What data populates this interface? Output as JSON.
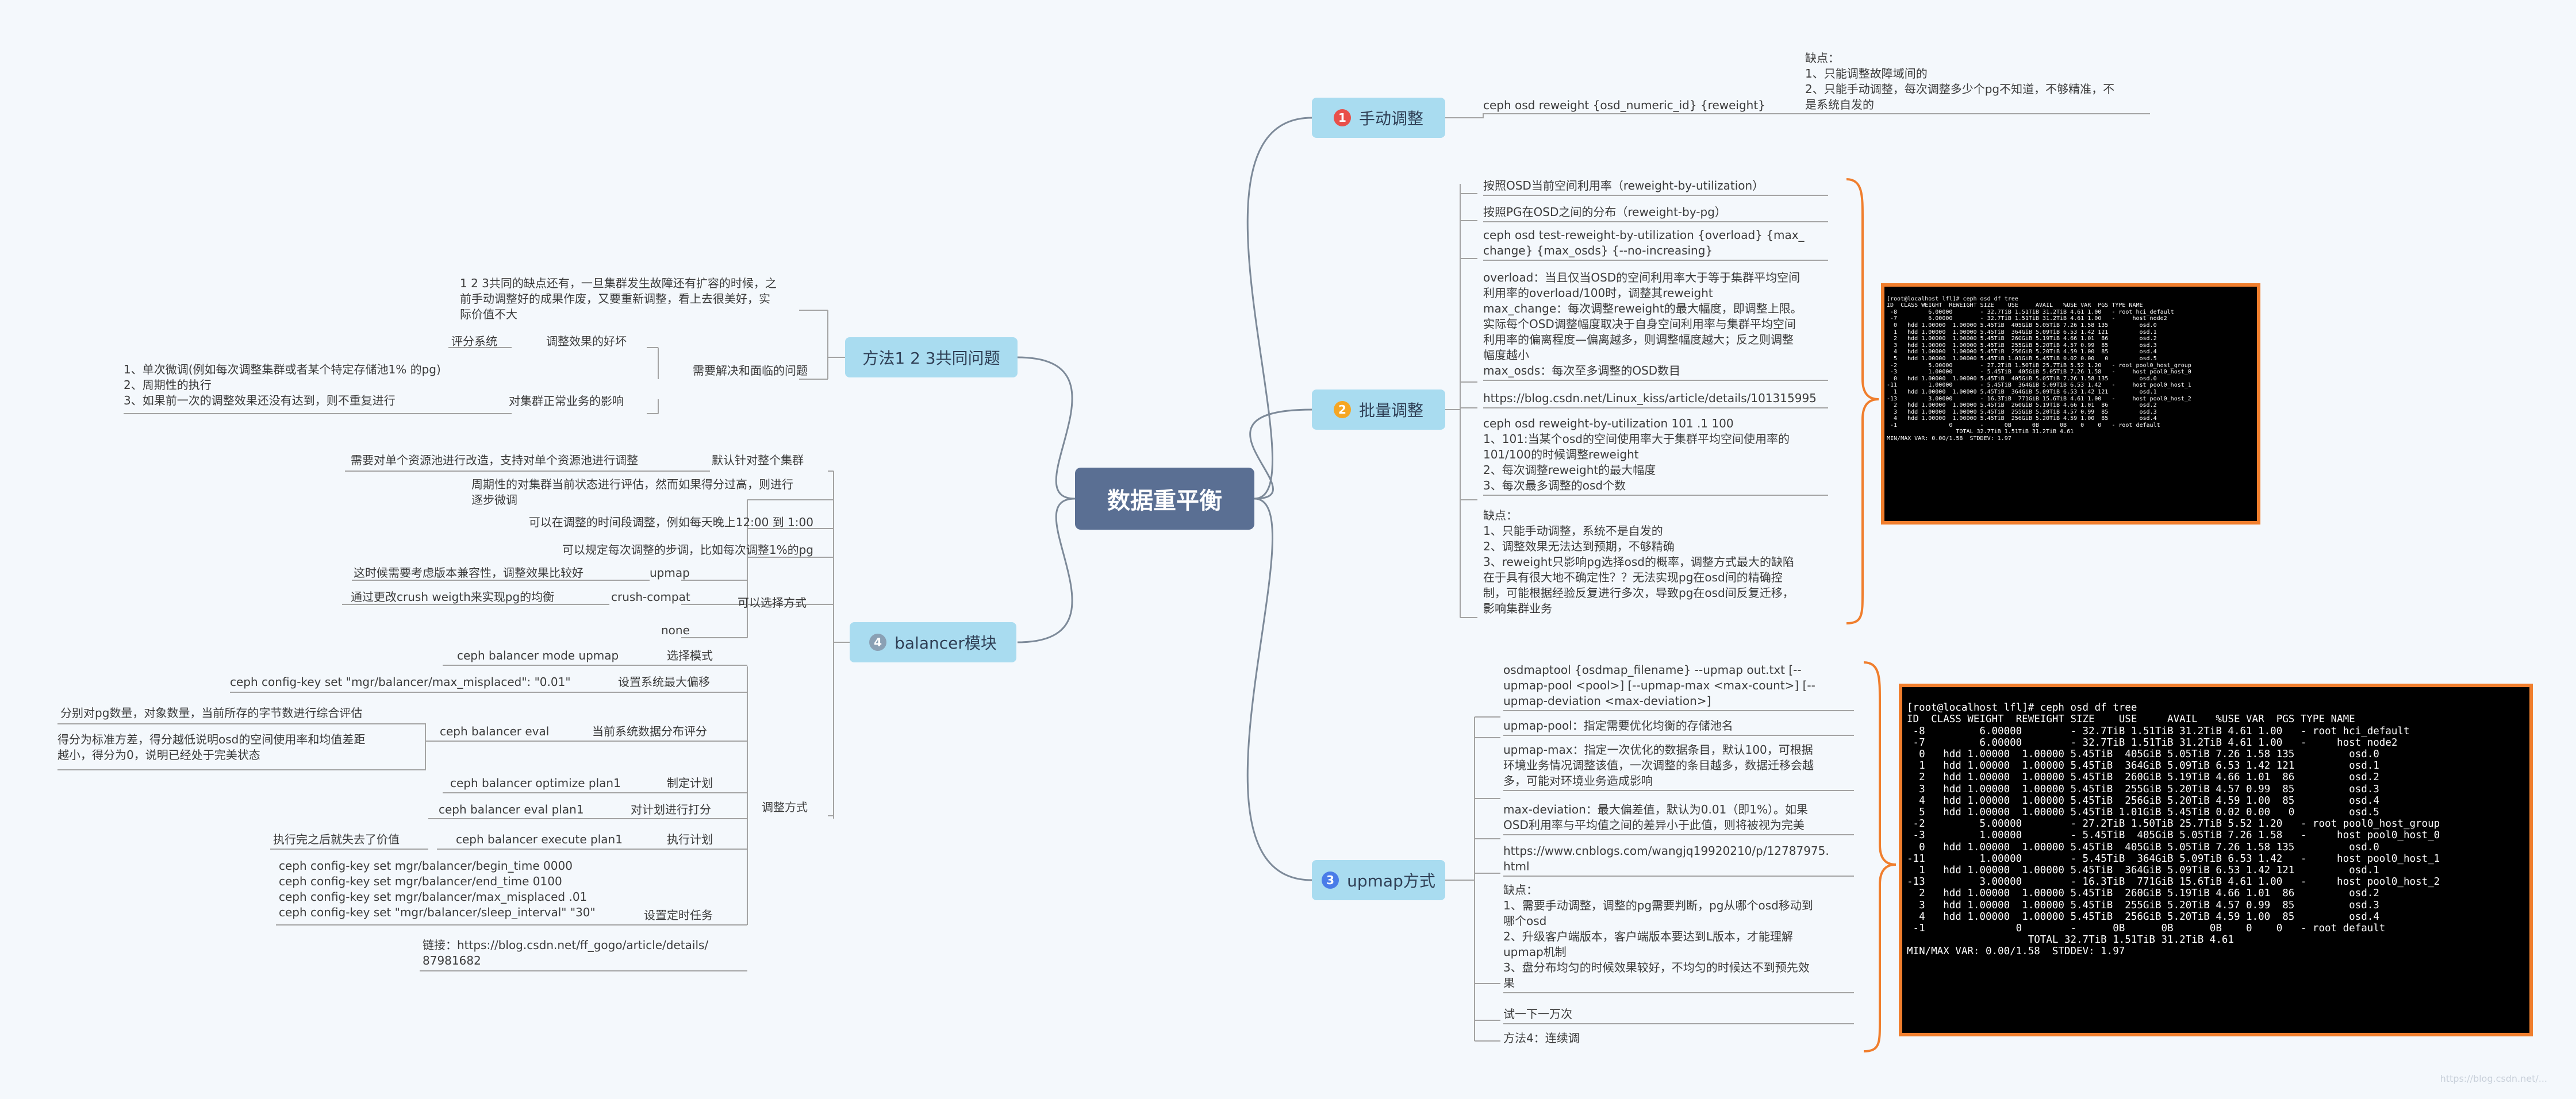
{
  "root": {
    "title": "数据重平衡"
  },
  "branches": {
    "manual": {
      "num": "1",
      "label": "手动调整",
      "color": "#e8504a"
    },
    "batch": {
      "num": "2",
      "label": "批量调整",
      "color": "#f5a623"
    },
    "upmap": {
      "num": "3",
      "label": "upmap方式",
      "color": "#4a7ce8"
    },
    "balancer": {
      "num": "4",
      "label": "balancer模块",
      "color": "#8aa0b4"
    },
    "method": {
      "label": "方法1 2 3共同问题"
    }
  },
  "manual": {
    "cmd": "ceph osd reweight {osd_numeric_id} {reweight}",
    "note": "缺点：\n1、只能调整故障域间的\n2、只能手动调整，每次调整多少个pg不知道，不够精准，不\n是系统自发的"
  },
  "batch": {
    "items": [
      "按照OSD当前空间利用率（reweight-by-utilization）",
      "按照PG在OSD之间的分布（reweight-by-pg）",
      "ceph osd test-reweight-by-utilization {overload} {max_\nchange} {max_osds} {--no-increasing}",
      "overload：当且仅当OSD的空间利用率大于等于集群平均空间\n利用率的overload/100时，调整其reweight\nmax_change：每次调整reweight的最大幅度，即调整上限。\n实际每个OSD调整幅度取决于自身空间利用率与集群平均空间\n利用率的偏离程度—偏离越多，则调整幅度越大；反之则调整\n幅度越小\nmax_osds：每次至多调整的OSD数目",
      "https://blog.csdn.net/Linux_kiss/article/details/101315995",
      "ceph osd reweight-by-utilization 101 .1 100\n1、101:当某个osd的空间使用率大于集群平均空间使用率的\n101/100的时候调整reweight\n2、每次调整reweight的最大幅度\n3、每次最多调整的osd个数",
      "缺点：\n1、只能手动调整，系统不是自发的\n2、调整效果无法达到预期，不够精确\n3、reweight只影响pg选择osd的概率，调整方式最大的缺陷\n在于具有很大地不确定性？？无法实现pg在osd间的精确控\n制，可能根据经验反复进行多次，导致pg在osd间反复迁移，\n影响集群业务"
    ]
  },
  "upmap": {
    "items": [
      "osdmaptool {osdmap_filename} --upmap out.txt [--\nupmap-pool <pool>] [--upmap-max <max-count>] [--\nupmap-deviation <max-deviation>]",
      "upmap-pool：指定需要优化均衡的存储池名",
      "upmap-max：指定一次优化的数据条目，默认100，可根据\n环境业务情况调整该值，一次调整的条目越多，数据迁移会越\n多，可能对环境业务造成影响",
      "max-deviation：最大偏差值，默认为0.01（即1%）。如果\nOSD利用率与平均值之间的差异小于此值，则将被视为完美",
      "https://www.cnblogs.com/wangjq19920210/p/12787975.\nhtml",
      "缺点：\n1、需要手动调整，调整的pg需要判断，pg从哪个osd移动到\n哪个osd\n2、升级客户端版本，客户端版本要达到L版本，才能理解\nupmap机制\n3、盘分布均匀的时候效果较好，不均匀的时候达不到预先效\n果",
      "试一下一万次",
      "方法4：连续调"
    ]
  },
  "method": {
    "intro": "1 2 3共同的缺点还有，一旦集群发生故障还有扩容的时候，之\n前手动调整好的成果作废，又要重新调整，看上去很美好，实\n际价值不大",
    "problems": "需要解决和面临的问题",
    "effect_label": "调整效果的好坏",
    "effect_sub": "评分系统",
    "impact_label": "对集群正常业务的影响",
    "impact_sub": "1、单次微调(例如每次调整集群或者某个特定存储池1% 的pg)\n2、周期性的执行\n3、如果前一次的调整效果还没有达到，则不重复进行"
  },
  "balancer": {
    "default_label": "默认针对整个集群",
    "default_sub": "需要对单个资源池进行改造，支持对单个资源池进行调整",
    "options_label": "可以选择方式",
    "options": [
      "周期性的对集群当前状态进行评估，然而如果得分过高，则进行\n逐步微调",
      "可以在调整的时间段调整，例如每天晚上12:00 到 1:00",
      "可以规定每次调整的步调，比如每次调整1%的pg"
    ],
    "mode_upmap": "upmap",
    "mode_upmap_note": "这时候需要考虑版本兼容性，调整效果比较好",
    "mode_crush": "crush-compat",
    "mode_crush_note": "通过更改crush weigth来实现pg的均衡",
    "mode_none": "none",
    "adjust_label": "调整方式",
    "steps": [
      {
        "label": "选择模式",
        "cmd": "ceph balancer mode upmap"
      },
      {
        "label": "设置系统最大偏移",
        "cmd": "ceph config-key set \"mgr/balancer/max_misplaced\": \"0.01\""
      },
      {
        "label": "当前系统数据分布评分",
        "cmd": "ceph balancer eval"
      },
      {
        "label": "制定计划",
        "cmd": "ceph balancer optimize plan1"
      },
      {
        "label": "对计划进行打分",
        "cmd": "ceph balancer eval plan1"
      },
      {
        "label": "执行计划",
        "cmd": "ceph balancer execute plan1"
      },
      {
        "label": "设置定时任务",
        "cmd": "ceph config-key set mgr/balancer/begin_time 0000\nceph config-key set mgr/balancer/end_time 0100\nceph config-key set mgr/balancer/max_misplaced .01\nceph config-key set \"mgr/balancer/sleep_interval\" \"30\""
      }
    ],
    "eval_note1": "分别对pg数量，对象数量，当前所存的字节数进行综合评估",
    "eval_note2": "得分为标准方差，得分越低说明osd的空间使用率和均值差距\n越小，得分为0，说明已经处于完美状态",
    "execute_note": "执行完之后就失去了价值",
    "link": "链接：https://blog.csdn.net/ff_gogo/article/details/\n87981682"
  },
  "terminal": {
    "prompt": "[root@localhost lfl]# ceph osd df tree",
    "header": "ID  CLASS WEIGHT  REWEIGHT SIZE    USE     AVAIL   %USE VAR  PGS TYPE NAME",
    "rows": [
      " -8         6.00000        - 32.7TiB 1.51TiB 31.2TiB 4.61 1.00   - root hci_default",
      " -7         6.00000        - 32.7TiB 1.51TiB 31.2TiB 4.61 1.00   -     host node2",
      "  0   hdd 1.00000  1.00000 5.45TiB  405GiB 5.05TiB 7.26 1.58 135         osd.0",
      "  1   hdd 1.00000  1.00000 5.45TiB  364GiB 5.09TiB 6.53 1.42 121         osd.1",
      "  2   hdd 1.00000  1.00000 5.45TiB  260GiB 5.19TiB 4.66 1.01  86         osd.2",
      "  3   hdd 1.00000  1.00000 5.45TiB  255GiB 5.20TiB 4.57 0.99  85         osd.3",
      "  4   hdd 1.00000  1.00000 5.45TiB  256GiB 5.20TiB 4.59 1.00  85         osd.4",
      "  5   hdd 1.00000  1.00000 5.45TiB 1.01GiB 5.45TiB 0.02 0.00   0         osd.5",
      " -2         5.00000        - 27.2TiB 1.50TiB 25.7TiB 5.52 1.20   - root pool0_host_group",
      " -3         1.00000        - 5.45TiB  405GiB 5.05TiB 7.26 1.58   -     host pool0_host_0",
      "  0   hdd 1.00000  1.00000 5.45TiB  405GiB 5.05TiB 7.26 1.58 135         osd.0",
      "-11         1.00000        - 5.45TiB  364GiB 5.09TiB 6.53 1.42   -     host pool0_host_1",
      "  1   hdd 1.00000  1.00000 5.45TiB  364GiB 5.09TiB 6.53 1.42 121         osd.1",
      "-13         3.00000        - 16.3TiB  771GiB 15.6TiB 4.61 1.00   -     host pool0_host_2",
      "  2   hdd 1.00000  1.00000 5.45TiB  260GiB 5.19TiB 4.66 1.01  86         osd.2",
      "  3   hdd 1.00000  1.00000 5.45TiB  255GiB 5.20TiB 4.57 0.99  85         osd.3",
      "  4   hdd 1.00000  1.00000 5.45TiB  256GiB 5.20TiB 4.59 1.00  85         osd.4",
      " -1               0        -      0B      0B      0B    0    0   - root default"
    ],
    "total": "                    TOTAL 32.7TiB 1.51TiB 31.2TiB 4.61",
    "footer": "MIN/MAX VAR: 0.00/1.58  STDDEV: 1.97"
  },
  "watermark": "https://blog.csdn.net/..."
}
